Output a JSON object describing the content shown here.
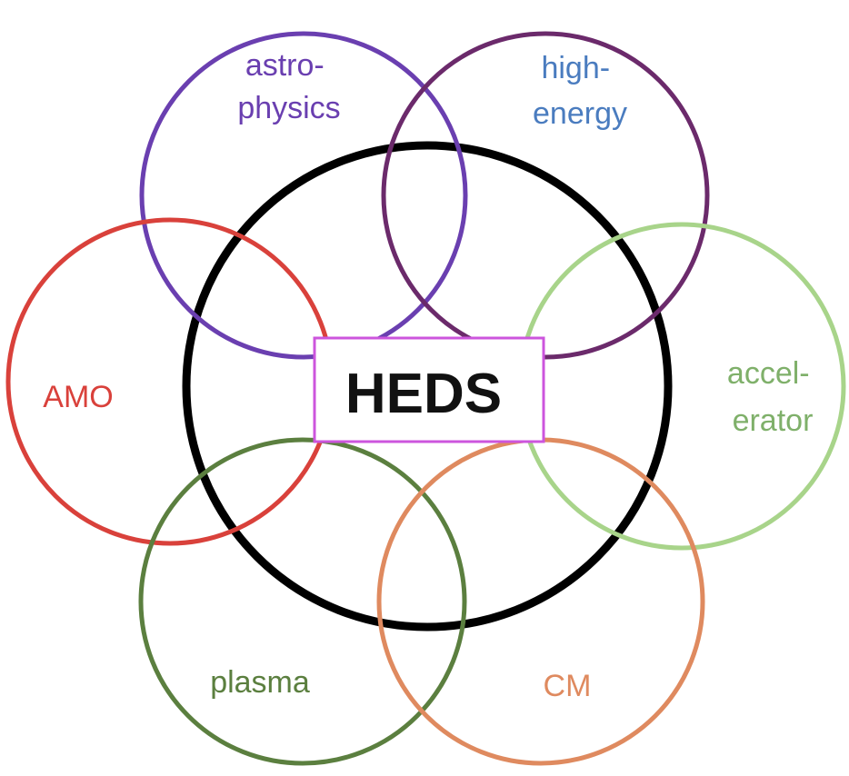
{
  "center": {
    "label": "HEDS",
    "circle_color": "#000000",
    "box_color": "#cc55dd"
  },
  "fields": [
    {
      "id": "astrophysics",
      "lines": [
        "astro-",
        "physics"
      ],
      "color": "#6a3fb0"
    },
    {
      "id": "high-energy",
      "lines": [
        "high-",
        "energy"
      ],
      "color": "#6b2a6b",
      "text_color": "#4a7cbf"
    },
    {
      "id": "amo",
      "lines": [
        "AMO"
      ],
      "color": "#d9413b"
    },
    {
      "id": "accelerator",
      "lines": [
        "accel-",
        "erator"
      ],
      "color": "#a8d48a",
      "text_color": "#7fb06a"
    },
    {
      "id": "plasma",
      "lines": [
        "plasma"
      ],
      "color": "#5b7f3f"
    },
    {
      "id": "cm",
      "lines": [
        "CM"
      ],
      "color": "#df8a5f"
    }
  ]
}
